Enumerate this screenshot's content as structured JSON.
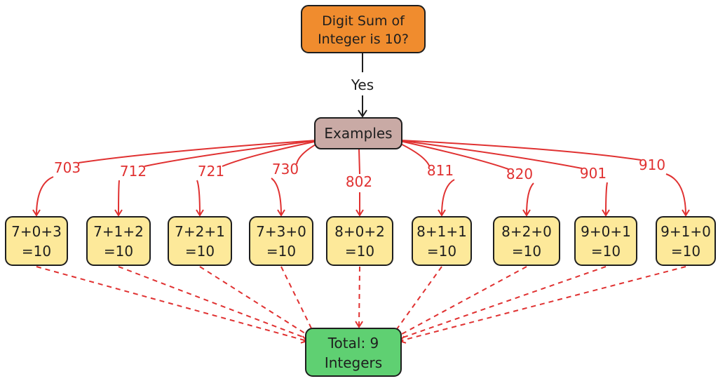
{
  "question": {
    "lines": [
      "Digit Sum of",
      "Integer is 10?"
    ],
    "fill": "#f08c2e"
  },
  "yes_label": "Yes",
  "examples": {
    "label": "Examples",
    "fill": "#c9aaa5"
  },
  "items": [
    {
      "number": "703",
      "line1": "7+0+3",
      "line2": "=10"
    },
    {
      "number": "712",
      "line1": "7+1+2",
      "line2": "=10"
    },
    {
      "number": "721",
      "line1": "7+2+1",
      "line2": "=10"
    },
    {
      "number": "730",
      "line1": "7+3+0",
      "line2": "=10"
    },
    {
      "number": "802",
      "line1": "8+0+2",
      "line2": "=10"
    },
    {
      "number": "811",
      "line1": "8+1+1",
      "line2": "=10"
    },
    {
      "number": "820",
      "line1": "8+2+0",
      "line2": "=10"
    },
    {
      "number": "901",
      "line1": "9+0+1",
      "line2": "=10"
    },
    {
      "number": "910",
      "line1": "9+1+0",
      "line2": "=10"
    }
  ],
  "item_fill": "#fde99a",
  "total": {
    "lines": [
      "Total: 9",
      "Integers"
    ],
    "fill": "#5fd072"
  },
  "edge_color": "#e03131"
}
